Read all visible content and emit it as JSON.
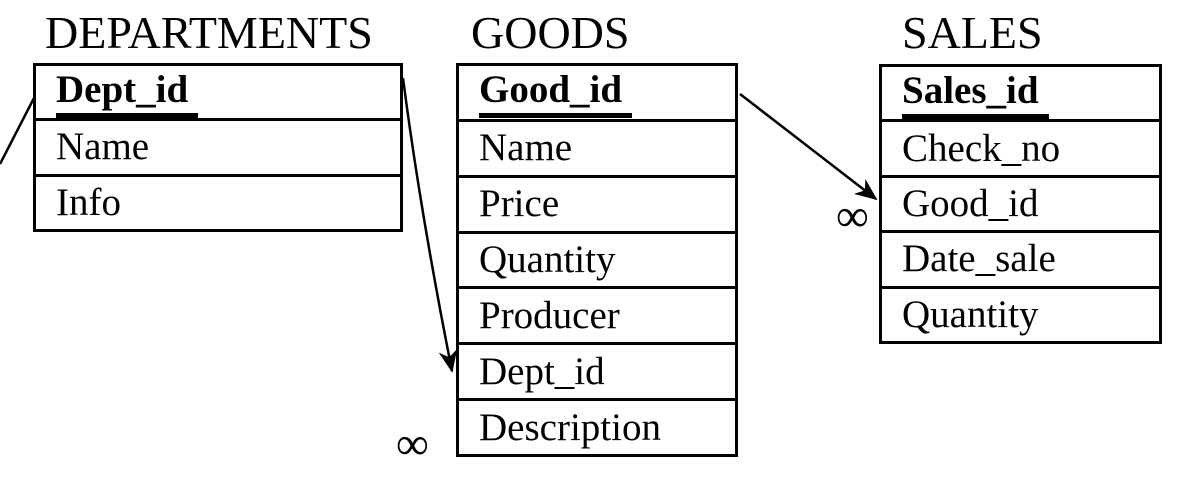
{
  "diagram": {
    "background_color": "#ffffff",
    "line_color": "#000000",
    "text_color": "#000000"
  },
  "tables": [
    {
      "title": "DEPARTMENTS",
      "rows": [
        {
          "label": "Dept_id",
          "primary_key": true
        },
        {
          "label": "Name",
          "primary_key": false
        },
        {
          "label": "Info",
          "primary_key": false
        }
      ]
    },
    {
      "title": "GOODS",
      "rows": [
        {
          "label": "Good_id",
          "primary_key": true
        },
        {
          "label": "Name",
          "primary_key": false
        },
        {
          "label": "Price",
          "primary_key": false
        },
        {
          "label": "Quantity",
          "primary_key": false
        },
        {
          "label": "Producer",
          "primary_key": false
        },
        {
          "label": "Dept_id",
          "primary_key": false
        },
        {
          "label": "Description",
          "primary_key": false
        }
      ]
    },
    {
      "title": "SALES",
      "rows": [
        {
          "label": "Sales_id",
          "primary_key": true
        },
        {
          "label": "Check_no",
          "primary_key": false
        },
        {
          "label": "Good_id",
          "primary_key": false
        },
        {
          "label": "Date_sale",
          "primary_key": false
        },
        {
          "label": "Quantity",
          "primary_key": false
        }
      ]
    }
  ],
  "connectors": [
    {
      "from": "DEPARTMENTS.Dept_id",
      "to": "GOODS.Dept_id",
      "cardinality": "∞"
    },
    {
      "from": "GOODS.Good_id",
      "to": "SALES.Good_id",
      "cardinality": "∞"
    },
    {
      "from": "off-screen-left",
      "to": "DEPARTMENTS.Dept_id",
      "cardinality": ""
    }
  ]
}
